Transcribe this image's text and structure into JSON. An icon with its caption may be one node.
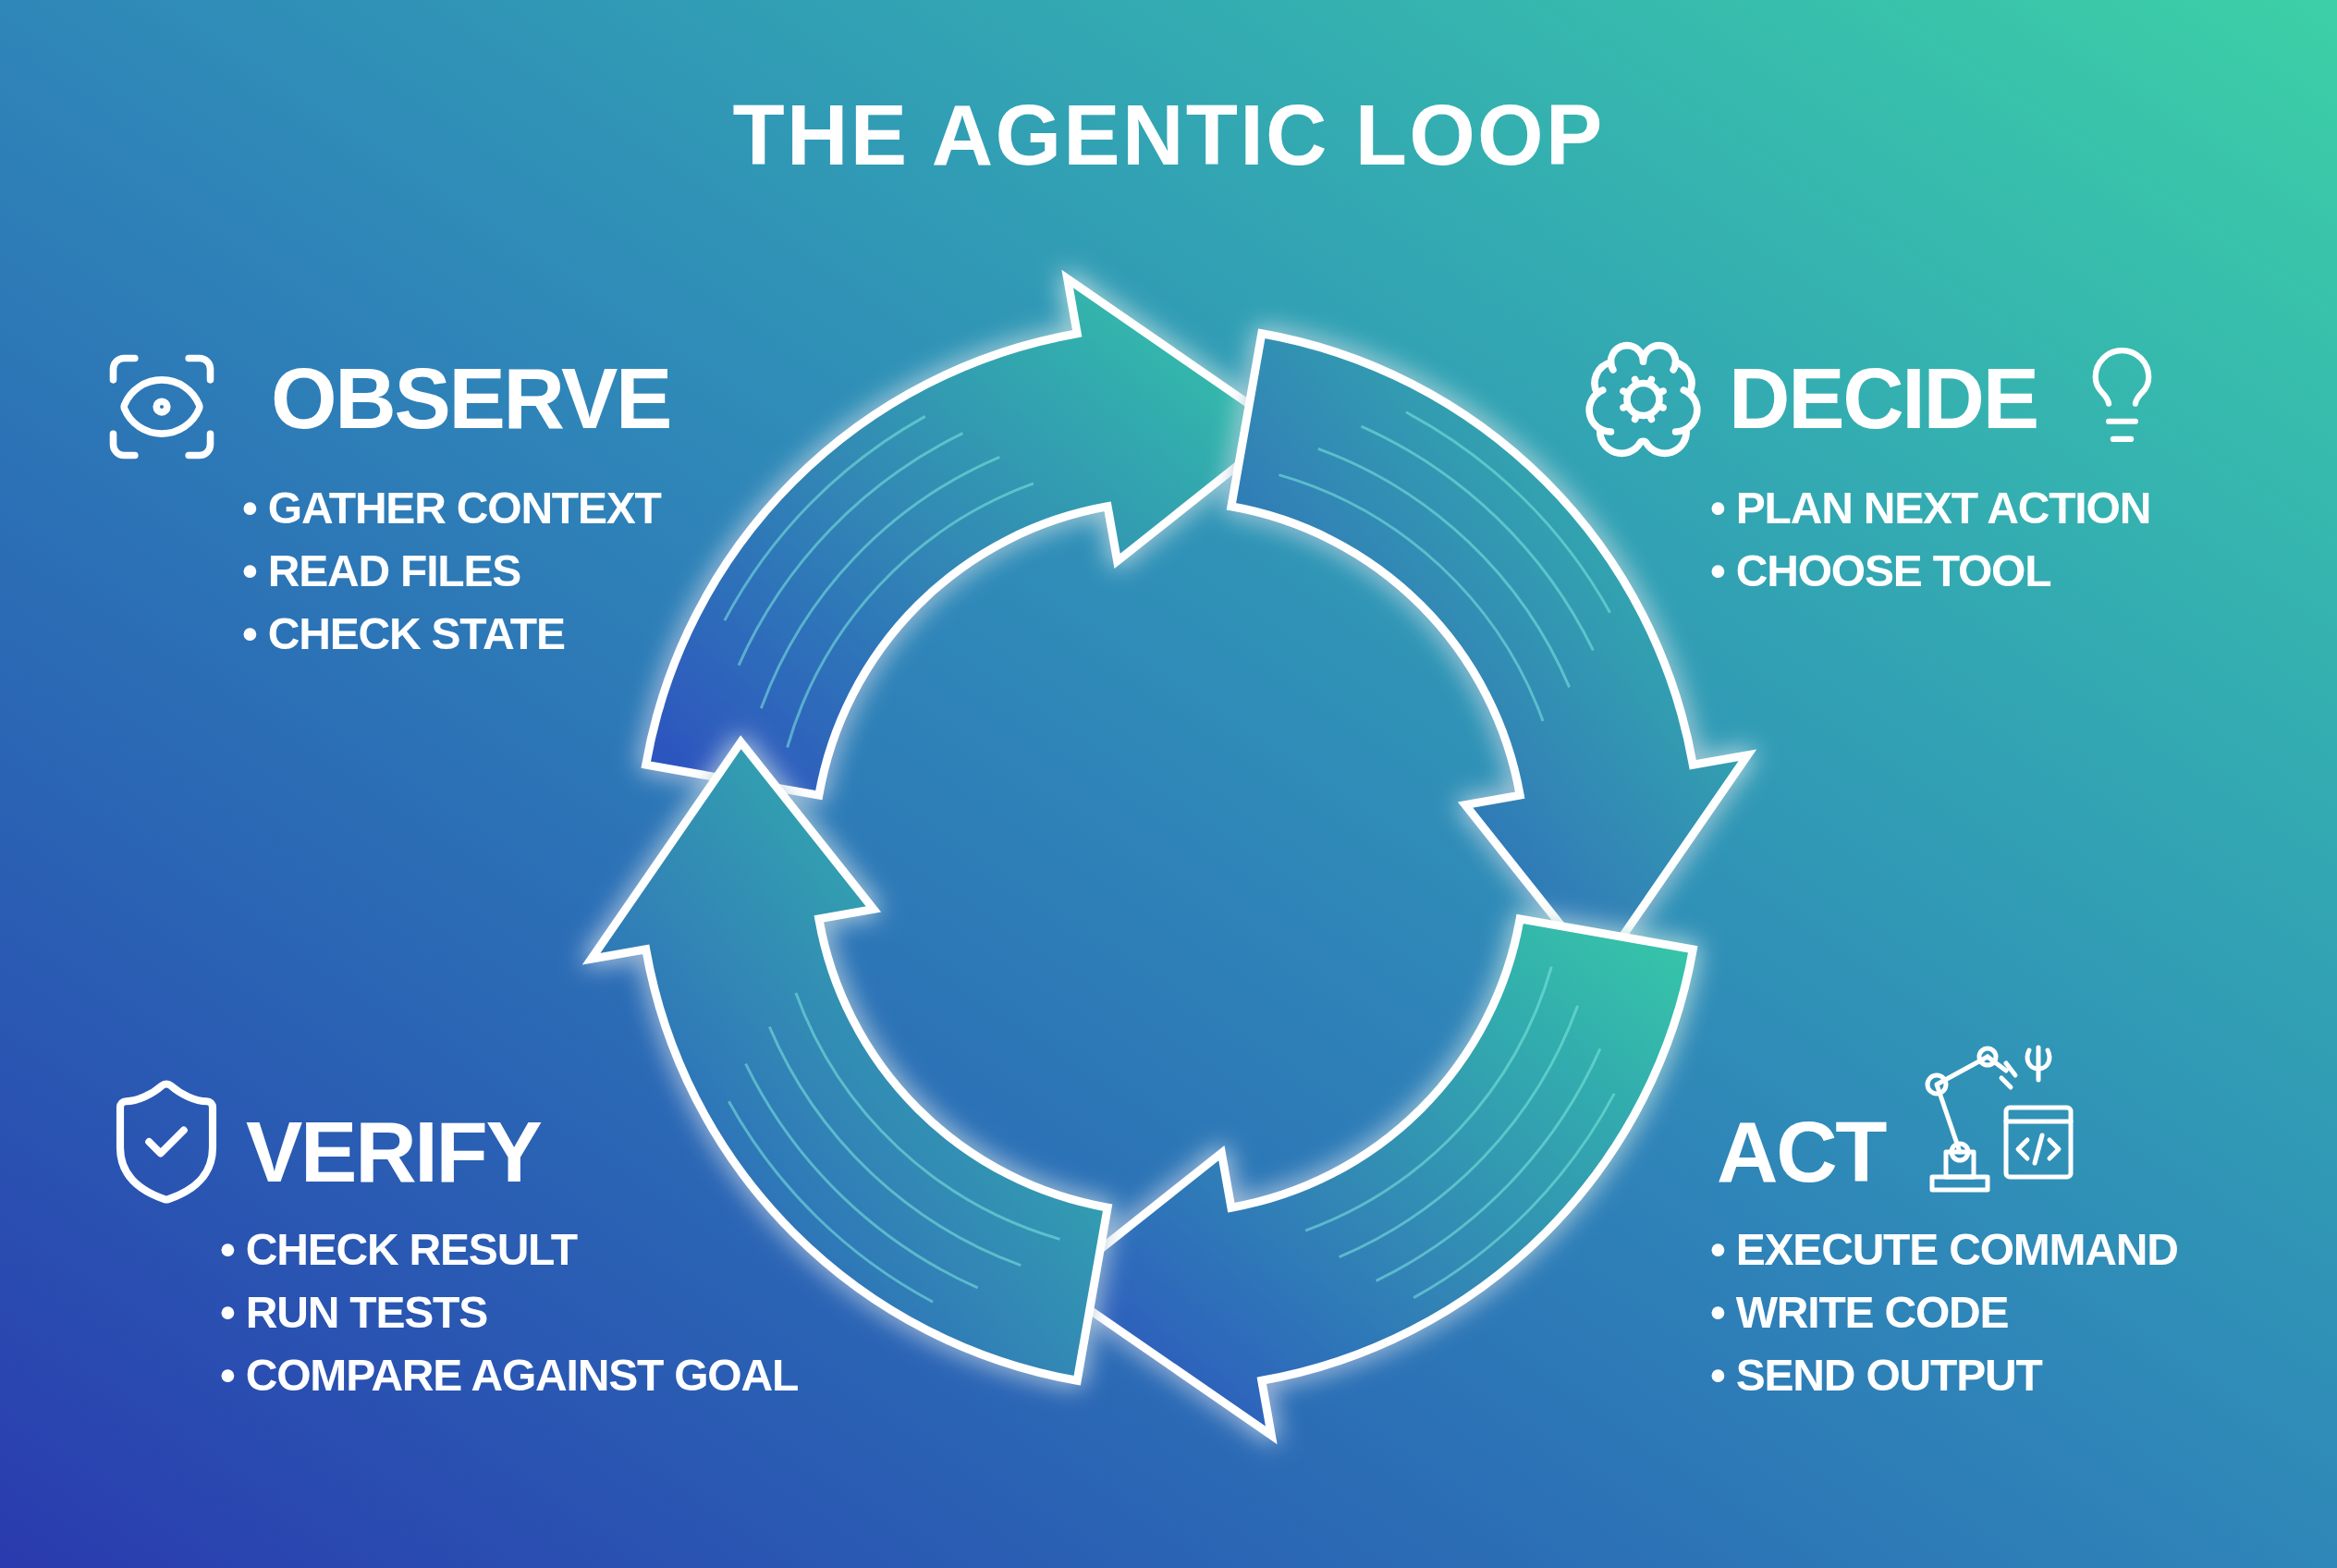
{
  "diagram": {
    "title": "THE AGENTIC LOOP",
    "labels": [
      "OBSERVE",
      "• GATHER CONTEXT",
      "• READ FILES",
      "• CHECK STATE",
      "DECIDE",
      "• PLAN NEXT ACTION",
      "• CHOOSE TOOL",
      "ACT",
      "• EXECUTE COMMAND",
      "• WRITE CODE",
      "• SEND OUTPUT",
      "VERIFY",
      "• CHECK RESULT",
      "• RUN TESTS",
      "• COMPARE AGAINST GOAL"
    ]
  }
}
